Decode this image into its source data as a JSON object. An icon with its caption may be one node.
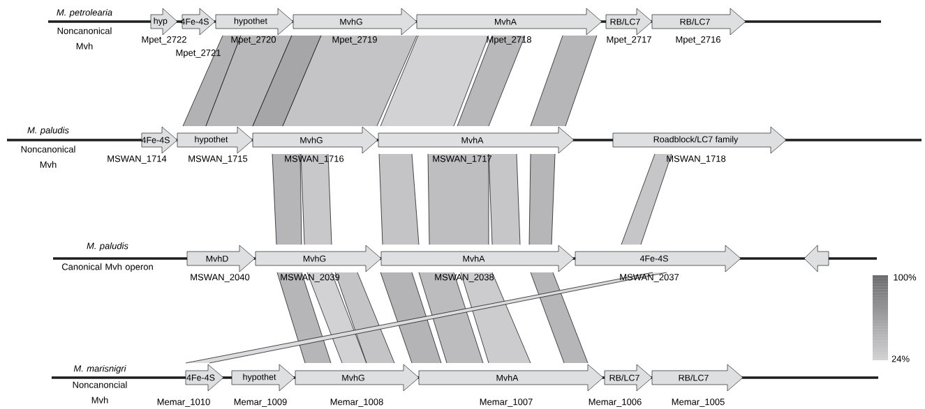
{
  "diagram": {
    "nodes": [
      {
        "text": [
          "hyp"
        ],
        "beside": [
          "Mpet_2722"
        ]
      },
      {
        "text": [
          "4Fe-4S"
        ],
        "beside": [
          "Mpet_2721"
        ]
      },
      {
        "text": [
          "hypothet"
        ],
        "beside": [
          "Mpet_2720"
        ]
      },
      {
        "text": [
          "MvhG"
        ],
        "beside": [
          "Mpet_2719"
        ]
      },
      {
        "text": [
          "MvhA"
        ],
        "beside": [
          "Mpet_2718"
        ]
      },
      {
        "text": [
          "RB/LC7"
        ],
        "beside": [
          "Mpet_2717"
        ]
      },
      {
        "text": [
          "RB/LC7"
        ],
        "beside": [
          "Mpet_2716"
        ]
      },
      {
        "text": [
          "4Fe-4S"
        ],
        "beside": [
          "MSWAN_1714"
        ]
      },
      {
        "text": [
          "hypothet"
        ],
        "beside": [
          "MSWAN_1715"
        ]
      },
      {
        "text": [
          "MvhG"
        ],
        "beside": [
          "MSWAN_1716"
        ]
      },
      {
        "text": [
          "MvhA"
        ],
        "beside": [
          "MSWAN_1717"
        ]
      },
      {
        "text": [
          "Roadblock/LC7 family"
        ],
        "beside": [
          "MSWAN_1718"
        ]
      },
      {
        "text": [
          "MvhD"
        ],
        "beside": [
          "MSWAN_2040"
        ]
      },
      {
        "text": [
          "MvhG"
        ],
        "beside": [
          "MSWAN_2039"
        ]
      },
      {
        "text": [
          "MvhA"
        ],
        "beside": [
          "MSWAN_2038"
        ]
      },
      {
        "text": [
          "4Fe-4S"
        ],
        "beside": [
          "MSWAN_2037"
        ]
      },
      {
        "text": [],
        "shape": "arrow"
      },
      {
        "text": [
          "4Fe-4S"
        ],
        "beside": [
          "Memar_1010"
        ]
      },
      {
        "text": [
          "hypothet"
        ],
        "beside": [
          "Memar_1009"
        ]
      },
      {
        "text": [
          "MvhG"
        ],
        "beside": [
          "Memar_1008"
        ]
      },
      {
        "text": [
          "MvhA"
        ],
        "beside": [
          "Memar_1007"
        ]
      },
      {
        "text": [
          "RB/LC7"
        ],
        "beside": [
          "Memar_1006"
        ]
      },
      {
        "text": [
          "RB/LC7"
        ],
        "beside": [
          "Memar_1005"
        ]
      }
    ],
    "labels": [
      "M. petrolearia",
      "Noncanonical Mvh",
      "M. paludis",
      "Noncanonical Mvh",
      "M. paludis",
      "Canonical Mvh operon",
      "M. marisnigri",
      "Noncanoncial Mvh",
      "100%",
      "24%"
    ]
  }
}
